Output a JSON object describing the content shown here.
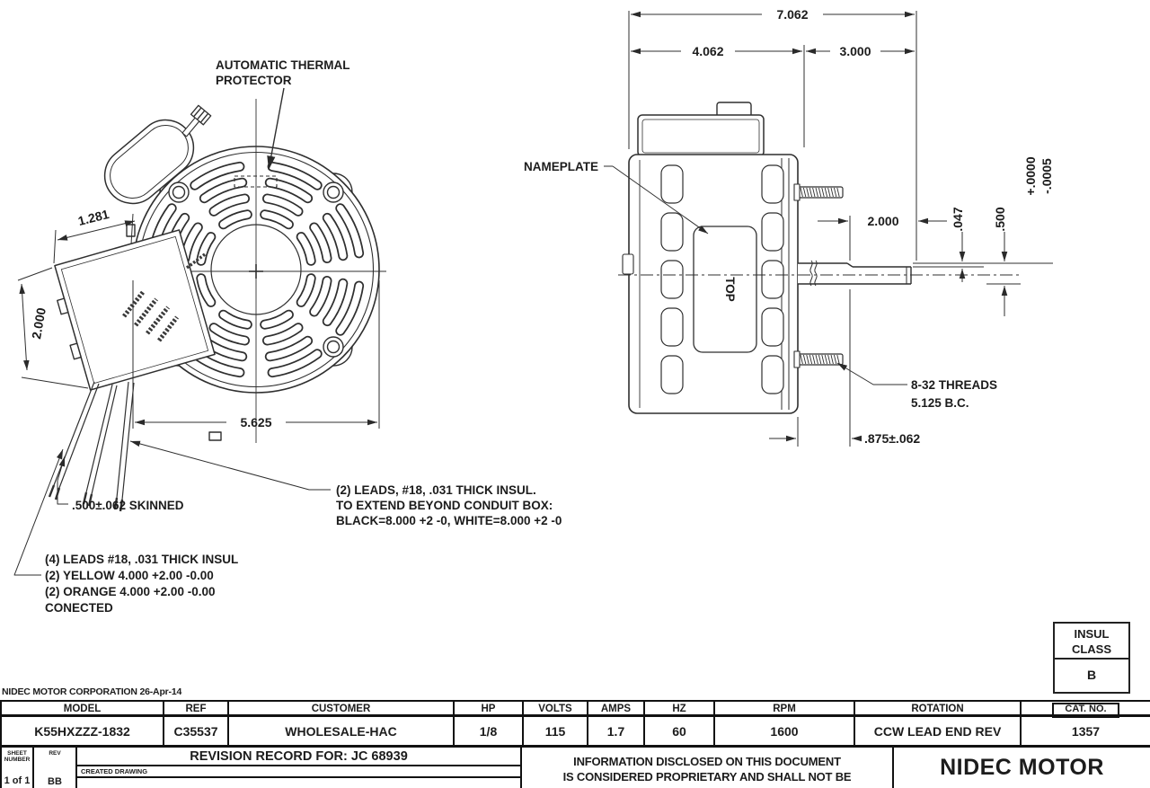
{
  "front_view": {
    "thermal_label_1": "AUTOMATIC THERMAL",
    "thermal_label_2": "PROTECTOR",
    "dim_box_width": "1.281",
    "dim_box_height": "2.000",
    "dim_diameter": "5.625",
    "note_skinned": ".500±.062 SKINNED",
    "note_leads4_1": "(4) LEADS #18, .031 THICK INSUL",
    "note_leads4_2": "(2) YELLOW 4.000 +2.00 -0.00",
    "note_leads4_3": "(2) ORANGE 4.000 +2.00 -0.00",
    "note_leads4_4": "CONECTED",
    "note_leads2_1": "(2) LEADS, #18, .031 THICK INSUL.",
    "note_leads2_2": "TO EXTEND BEYOND CONDUIT BOX:",
    "note_leads2_3": "BLACK=8.000 +2 -0, WHITE=8.000 +2 -0"
  },
  "side_view": {
    "nameplate_label": "NAMEPLATE",
    "top_label": "TOP",
    "dim_overall": "7.062",
    "dim_body": "4.062",
    "dim_shaft_ext": "3.000",
    "dim_flat": "2.000",
    "dim_flat_depth": ".047",
    "dim_shaft_dia": ".500",
    "tol_plus": "+.0000",
    "tol_minus": "-.0005",
    "note_threads_1": "8-32 THREADS",
    "note_threads_2": "5.125 B.C.",
    "dim_hub": ".875±.062"
  },
  "insul_box": {
    "label_line1": "INSUL",
    "label_line2": "CLASS",
    "value": "B"
  },
  "title_block": {
    "corp_line": "NIDEC MOTOR CORPORATION 26-Apr-14",
    "headers": [
      "MODEL",
      "REF",
      "CUSTOMER",
      "HP",
      "VOLTS",
      "AMPS",
      "HZ",
      "RPM",
      "ROTATION",
      "CAT. NO."
    ],
    "values": [
      "K55HXZZZ-1832",
      "C35537",
      "WHOLESALE-HAC",
      "1/8",
      "115",
      "1.7",
      "60",
      "1600",
      "CCW LEAD END REV",
      "1357"
    ],
    "sheet_label_1": "SHEET",
    "sheet_label_2": "NUMBER",
    "sheet_value": "1 of 1",
    "rev_label": "REV",
    "rev_value": "BB",
    "revision_title": "REVISION RECORD FOR: JC 68939",
    "revision_row": "CREATED DRAWING",
    "legal_line1": "INFORMATION DISCLOSED ON THIS DOCUMENT",
    "legal_line2": "IS CONSIDERED PROPRIETARY AND SHALL NOT BE",
    "company": "NIDEC MOTOR"
  }
}
